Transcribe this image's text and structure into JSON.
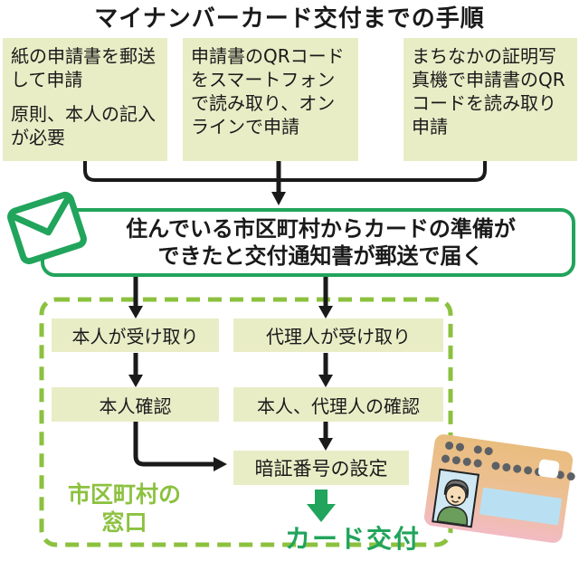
{
  "title": "マイナンバーカード交付までの手順",
  "colors": {
    "accent_green": "#21a45c",
    "lime_green": "#8cc13f",
    "box_background": "#e9edc6",
    "line_black": "#1a1a1a",
    "card_top": "#e9bd7e",
    "card_bottom": "#f2bbc3"
  },
  "application_methods": [
    {
      "text": "紙の申請書を郵送して申請",
      "note": "原則、本人の記入が必要"
    },
    {
      "text": "申請書のQRコードをスマートフォンで読み取り、オンラインで申請"
    },
    {
      "text": "まちなかの証明写真機で申請書のQRコードを読み取り申請"
    }
  ],
  "notification": {
    "icon": "envelope-icon",
    "line1": "住んでいる市区町村からカードの準備が",
    "line2": "できたと交付通知書が郵送で届く"
  },
  "pickup_flow": {
    "self_step1": "本人が受け取り",
    "self_step2": "本人確認",
    "proxy_step1": "代理人が受け取り",
    "proxy_step2": "本人、代理人の確認",
    "pin_setting": "暗証番号の設定",
    "final_step": "カード交付",
    "location_line1": "市区町村の",
    "location_line2": "窓口"
  },
  "illustrations": {
    "card": "my-number-card-icon"
  }
}
